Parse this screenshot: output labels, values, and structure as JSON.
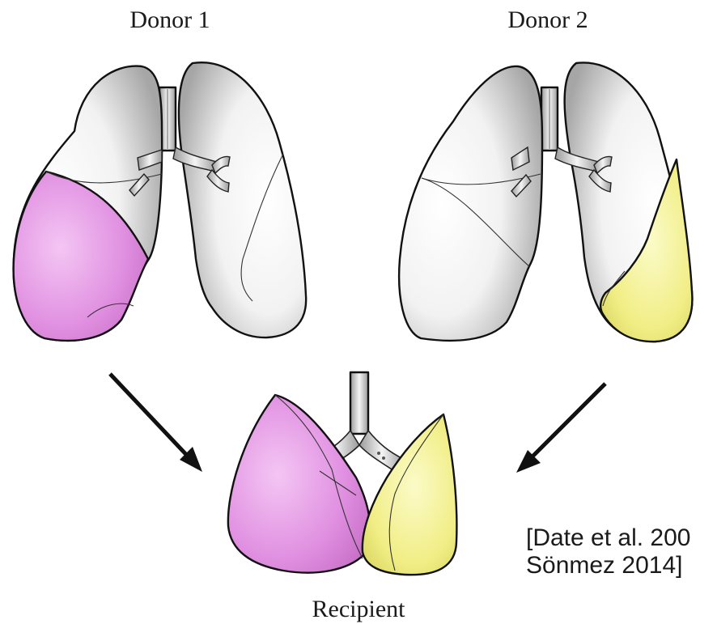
{
  "labels": {
    "donor1": "Donor 1",
    "donor2": "Donor 2",
    "recipient": "Recipient",
    "citation_line1": "[Date et al. 200",
    "citation_line2": "Sönmez 2014]"
  },
  "colors": {
    "pink_lobe": "#e08fe0",
    "yellow_lobe": "#f1ee86",
    "lung_gray": "#d6d6d6",
    "outline": "#111111"
  }
}
